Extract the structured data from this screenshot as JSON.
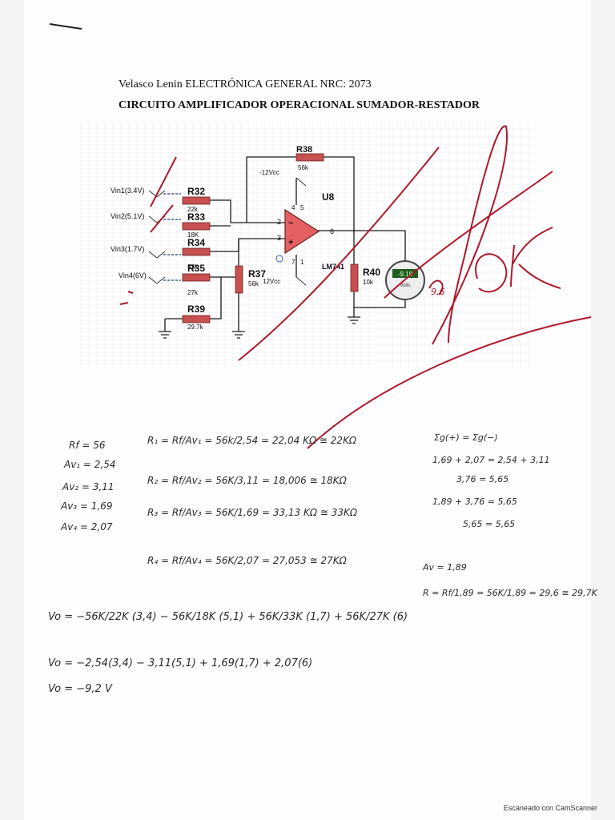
{
  "header": {
    "author_line": "Velasco Lenin  ELECTRÓNICA GENERAL NRC: 2073",
    "title": "CIRCUITO AMPLIFICADOR OPERACIONAL SUMADOR-RESTADOR"
  },
  "schematic": {
    "inputs": [
      "Vin1(3.4V)",
      "Vin2(5.1V)",
      "Vin3(1.7V)",
      "Vin4(6V)"
    ],
    "resistors": [
      {
        "ref": "R38",
        "value": "56k"
      },
      {
        "ref": "R32",
        "value": "22k"
      },
      {
        "ref": "R33",
        "value": "18K"
      },
      {
        "ref": "R34",
        "value": "33k"
      },
      {
        "ref": "R35",
        "value": "27k"
      },
      {
        "ref": "R39",
        "value": "29.7k"
      },
      {
        "ref": "R37",
        "value": "56k"
      },
      {
        "ref": "R40",
        "value": "10k"
      }
    ],
    "opamp": {
      "ref": "U8",
      "part": "LM741",
      "pins": [
        "2",
        "3",
        "4",
        "5",
        "6",
        "7",
        "1"
      ]
    },
    "supplies": [
      "-12Vcc",
      "12Vcc"
    ],
    "voltmeter": {
      "reading": "-9.18",
      "unit": "Volts"
    }
  },
  "annotations": {
    "ok_mark": "Ok",
    "meter_note": "9,6"
  },
  "calculations": {
    "left_params": [
      "Rf = 56",
      "Av₁ = 2,54",
      "Av₂ = 3,11",
      "Av₃ = 1,69",
      "Av₄ = 2,07"
    ],
    "resistor_calcs": [
      "R₁ = Rf/Av₁ = 56k/2,54 = 22,04 KΩ ≅ 22KΩ",
      "R₂ = Rf/Av₂ = 56K/3,11 = 18,006 ≅ 18KΩ",
      "R₃ = Rf/Av₃ = 56K/1,69 = 33,13 KΩ ≅ 33KΩ",
      "R₄ = Rf/Av₄ = 56K/2,07 = 27,053 ≅ 27KΩ"
    ],
    "balance": [
      "Σg(+) = Σg(−)",
      "1,69 + 2,07 = 2,54 + 3,11",
      "3,76 = 5,65",
      "1,89 + 3,76 = 5,65",
      "5,65 = 5,65"
    ],
    "av_extra": "Av = 1,89",
    "r_extra": "R = Rf/1,89 = 56K/1,89 = 29,6 ≅ 29,7K",
    "vo_formula": "Vo = −56K/22K (3,4) − 56K/18K (5,1) + 56K/33K (1,7) + 56K/27K (6)",
    "vo_numeric": "Vo = −2,54(3,4) − 3,11(5,1) + 1,69(1,7) + 2,07(6)",
    "vo_result": "Vo = −9,2 V"
  },
  "footer": "Escaneado con CamScanner"
}
